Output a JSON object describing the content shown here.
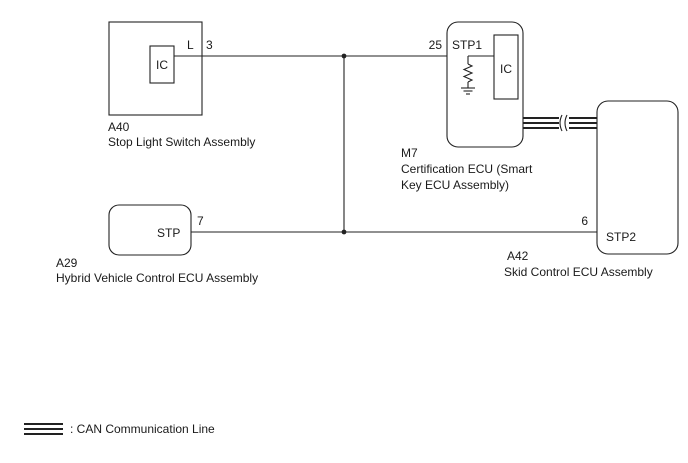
{
  "components": {
    "a40": {
      "code": "A40",
      "name": "Stop Light Switch Assembly",
      "ic_label": "IC",
      "pin_label": "L",
      "pin_number": "3"
    },
    "m7": {
      "code": "M7",
      "name_line1": "Certification ECU (Smart",
      "name_line2": "Key ECU Assembly)",
      "ic_label": "IC",
      "terminal": "STP1",
      "pin_number": "25"
    },
    "a29": {
      "code": "A29",
      "name": "Hybrid Vehicle Control ECU Assembly",
      "terminal": "STP",
      "pin_number": "7"
    },
    "a42": {
      "code": "A42",
      "name": "Skid Control ECU Assembly",
      "terminal": "STP2",
      "pin_number": "6"
    }
  },
  "legend": {
    "label": ": CAN Communication Line"
  }
}
